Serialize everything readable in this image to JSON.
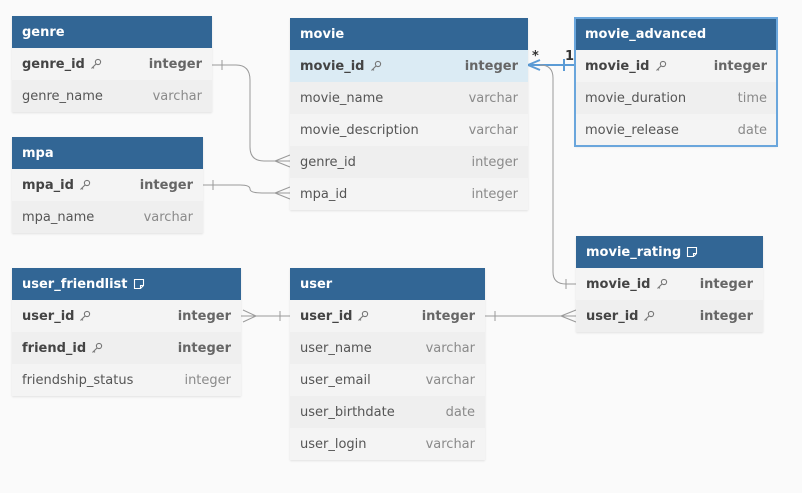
{
  "tables": {
    "genre": {
      "name": "genre",
      "fields": [
        {
          "name": "genre_id",
          "type": "integer",
          "pk": true
        },
        {
          "name": "genre_name",
          "type": "varchar",
          "pk": false
        }
      ]
    },
    "mpa": {
      "name": "mpa",
      "fields": [
        {
          "name": "mpa_id",
          "type": "integer",
          "pk": true
        },
        {
          "name": "mpa_name",
          "type": "varchar",
          "pk": false
        }
      ]
    },
    "movie": {
      "name": "movie",
      "fields": [
        {
          "name": "movie_id",
          "type": "integer",
          "pk": true
        },
        {
          "name": "movie_name",
          "type": "varchar",
          "pk": false
        },
        {
          "name": "movie_description",
          "type": "varchar",
          "pk": false
        },
        {
          "name": "genre_id",
          "type": "integer",
          "pk": false
        },
        {
          "name": "mpa_id",
          "type": "integer",
          "pk": false
        }
      ]
    },
    "movie_advanced": {
      "name": "movie_advanced",
      "fields": [
        {
          "name": "movie_id",
          "type": "integer",
          "pk": true
        },
        {
          "name": "movie_duration",
          "type": "time",
          "pk": false
        },
        {
          "name": "movie_release",
          "type": "date",
          "pk": false
        }
      ]
    },
    "movie_rating": {
      "name": "movie_rating",
      "fields": [
        {
          "name": "movie_id",
          "type": "integer",
          "pk": true
        },
        {
          "name": "user_id",
          "type": "integer",
          "pk": true
        }
      ]
    },
    "user_friendlist": {
      "name": "user_friendlist",
      "fields": [
        {
          "name": "user_id",
          "type": "integer",
          "pk": true
        },
        {
          "name": "friend_id",
          "type": "integer",
          "pk": true
        },
        {
          "name": "friendship_status",
          "type": "integer",
          "pk": false
        }
      ]
    },
    "user": {
      "name": "user",
      "fields": [
        {
          "name": "user_id",
          "type": "integer",
          "pk": true
        },
        {
          "name": "user_name",
          "type": "varchar",
          "pk": false
        },
        {
          "name": "user_email",
          "type": "varchar",
          "pk": false
        },
        {
          "name": "user_birthdate",
          "type": "date",
          "pk": false
        },
        {
          "name": "user_login",
          "type": "varchar",
          "pk": false
        }
      ]
    }
  },
  "relation_labels": {
    "many": "*",
    "one": "1"
  },
  "colors": {
    "header": "#326695",
    "connector": "#9a9a9a",
    "connector_active": "#5b9bd5",
    "highlight_row": "#dbebf4"
  }
}
